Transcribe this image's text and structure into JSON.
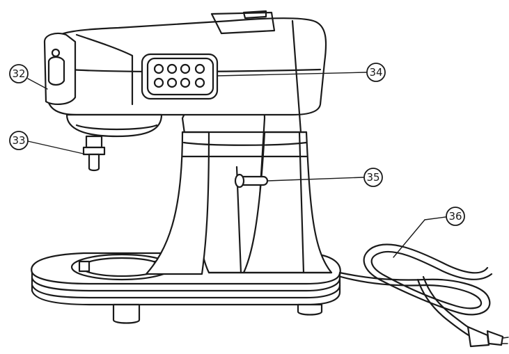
{
  "callouts": [
    {
      "id": "32",
      "label": "32"
    },
    {
      "id": "33",
      "label": "33"
    },
    {
      "id": "34",
      "label": "34"
    },
    {
      "id": "35",
      "label": "35"
    },
    {
      "id": "36",
      "label": "36"
    }
  ]
}
